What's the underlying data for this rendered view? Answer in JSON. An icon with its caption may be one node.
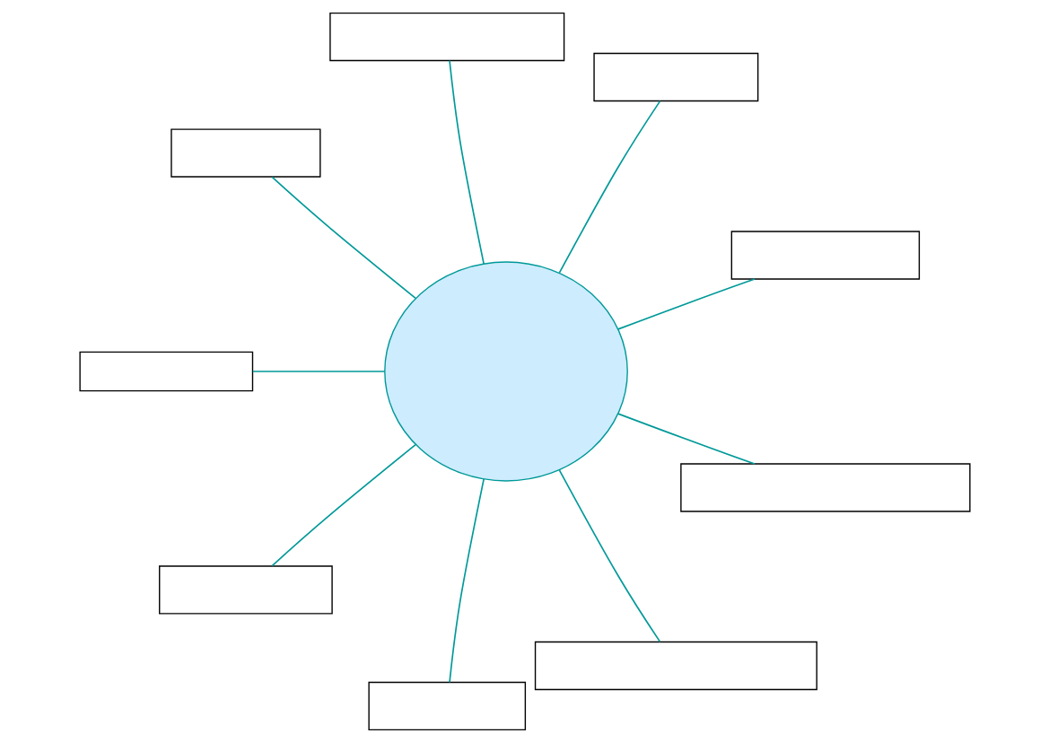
{
  "diagram": {
    "nodes": [
      {
        "text": [],
        "shape": "box"
      },
      {
        "text": [],
        "shape": "box"
      },
      {
        "text": [],
        "shape": "box"
      },
      {
        "text": [],
        "shape": "ellipse"
      },
      {
        "text": [],
        "shape": "box"
      },
      {
        "text": [],
        "shape": "box"
      },
      {
        "text": [],
        "shape": "box"
      },
      {
        "text": [],
        "shape": "box"
      },
      {
        "text": [],
        "shape": "box"
      },
      {
        "text": [],
        "shape": "box"
      }
    ],
    "edges": [
      {
        "from": 3,
        "to": 0,
        "arrow": "none"
      },
      {
        "from": 3,
        "to": 1,
        "arrow": "none"
      },
      {
        "from": 3,
        "to": 2,
        "arrow": "none"
      },
      {
        "from": 3,
        "to": 4,
        "arrow": "none"
      },
      {
        "from": 3,
        "to": 5,
        "arrow": "none"
      },
      {
        "from": 3,
        "to": 6,
        "arrow": "none"
      },
      {
        "from": 3,
        "to": 7,
        "arrow": "none"
      },
      {
        "from": 3,
        "to": 8,
        "arrow": "none"
      },
      {
        "from": 3,
        "to": 9,
        "arrow": "none"
      }
    ]
  }
}
